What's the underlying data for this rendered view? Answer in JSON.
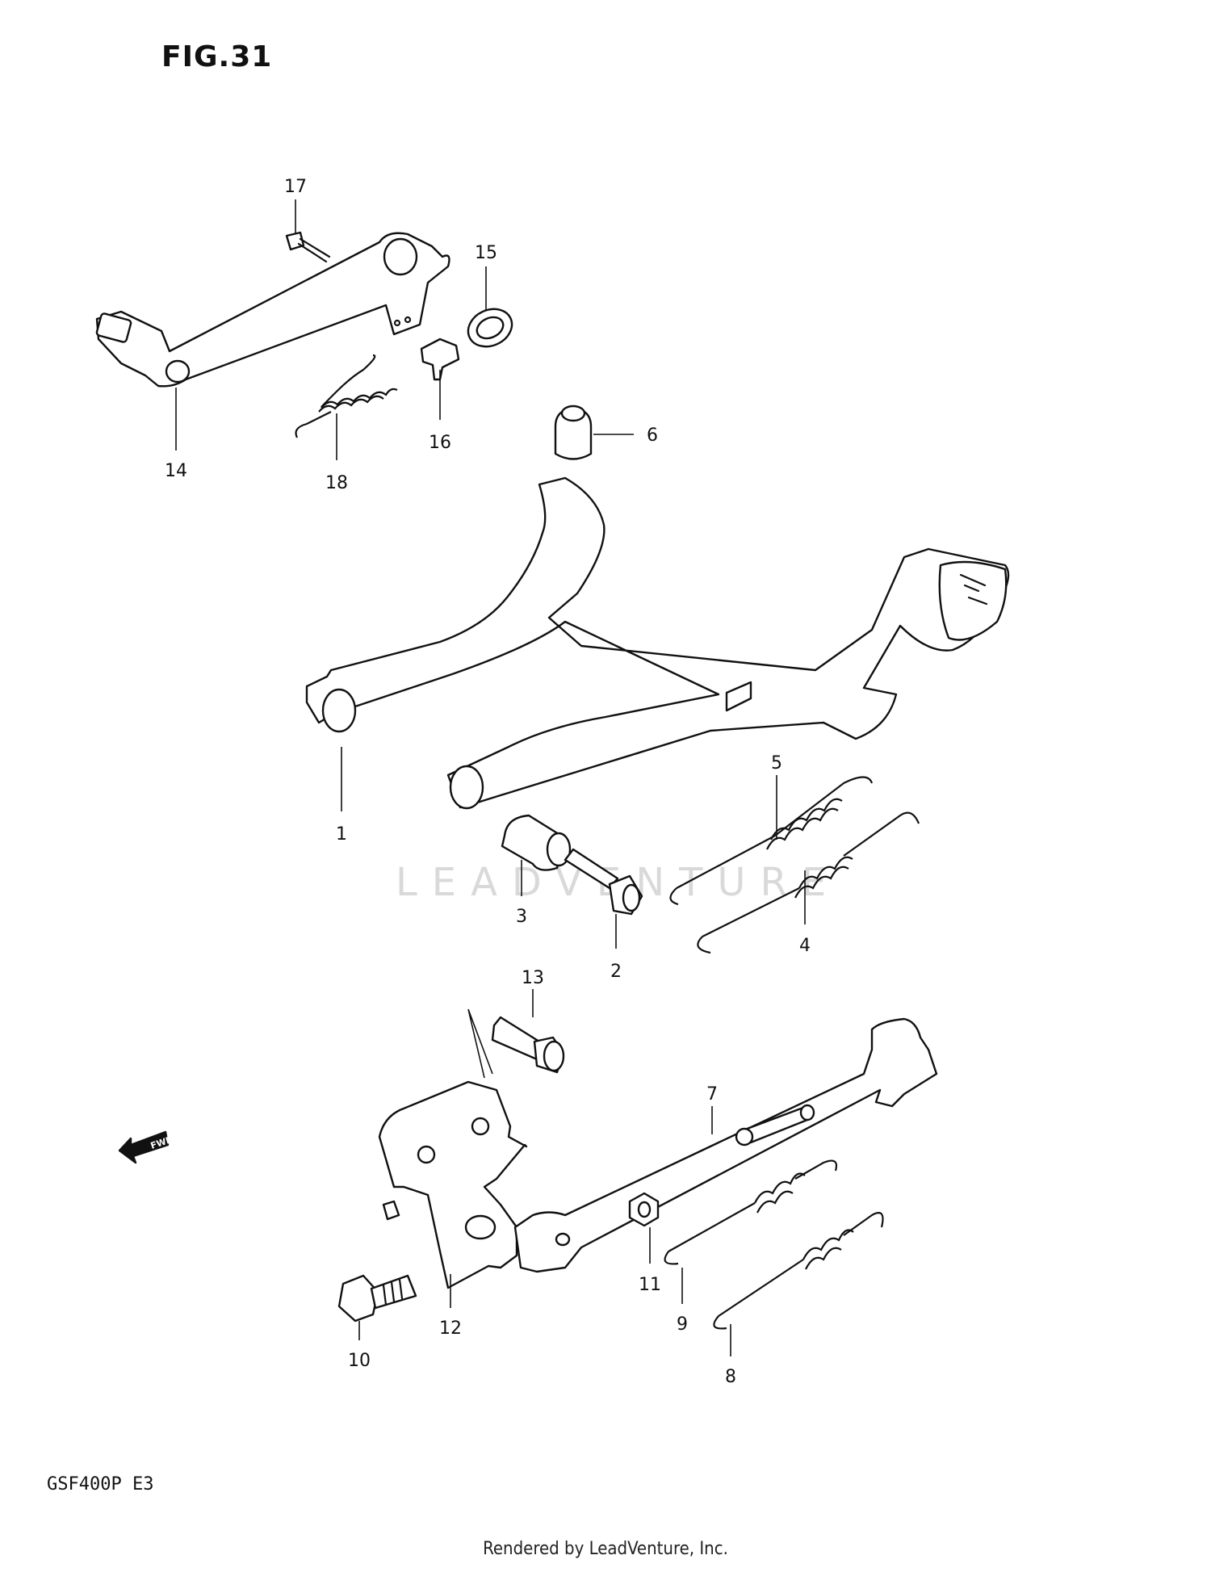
{
  "figure": {
    "title": "FIG.31",
    "model_code": "GSF400P  E3",
    "credit": "Rendered by LeadVenture, Inc.",
    "watermark": "LEADVENTURE",
    "fwd_label": "FWD"
  },
  "callouts": [
    {
      "id": "1",
      "label": "1"
    },
    {
      "id": "2",
      "label": "2"
    },
    {
      "id": "3",
      "label": "3"
    },
    {
      "id": "4",
      "label": "4"
    },
    {
      "id": "5",
      "label": "5"
    },
    {
      "id": "6",
      "label": "6"
    },
    {
      "id": "7",
      "label": "7"
    },
    {
      "id": "8",
      "label": "8"
    },
    {
      "id": "9",
      "label": "9"
    },
    {
      "id": "10",
      "label": "10"
    },
    {
      "id": "11",
      "label": "11"
    },
    {
      "id": "12",
      "label": "12"
    },
    {
      "id": "13",
      "label": "13"
    },
    {
      "id": "14",
      "label": "14"
    },
    {
      "id": "15",
      "label": "15"
    },
    {
      "id": "16",
      "label": "16"
    },
    {
      "id": "17",
      "label": "17"
    },
    {
      "id": "18",
      "label": "18"
    }
  ]
}
